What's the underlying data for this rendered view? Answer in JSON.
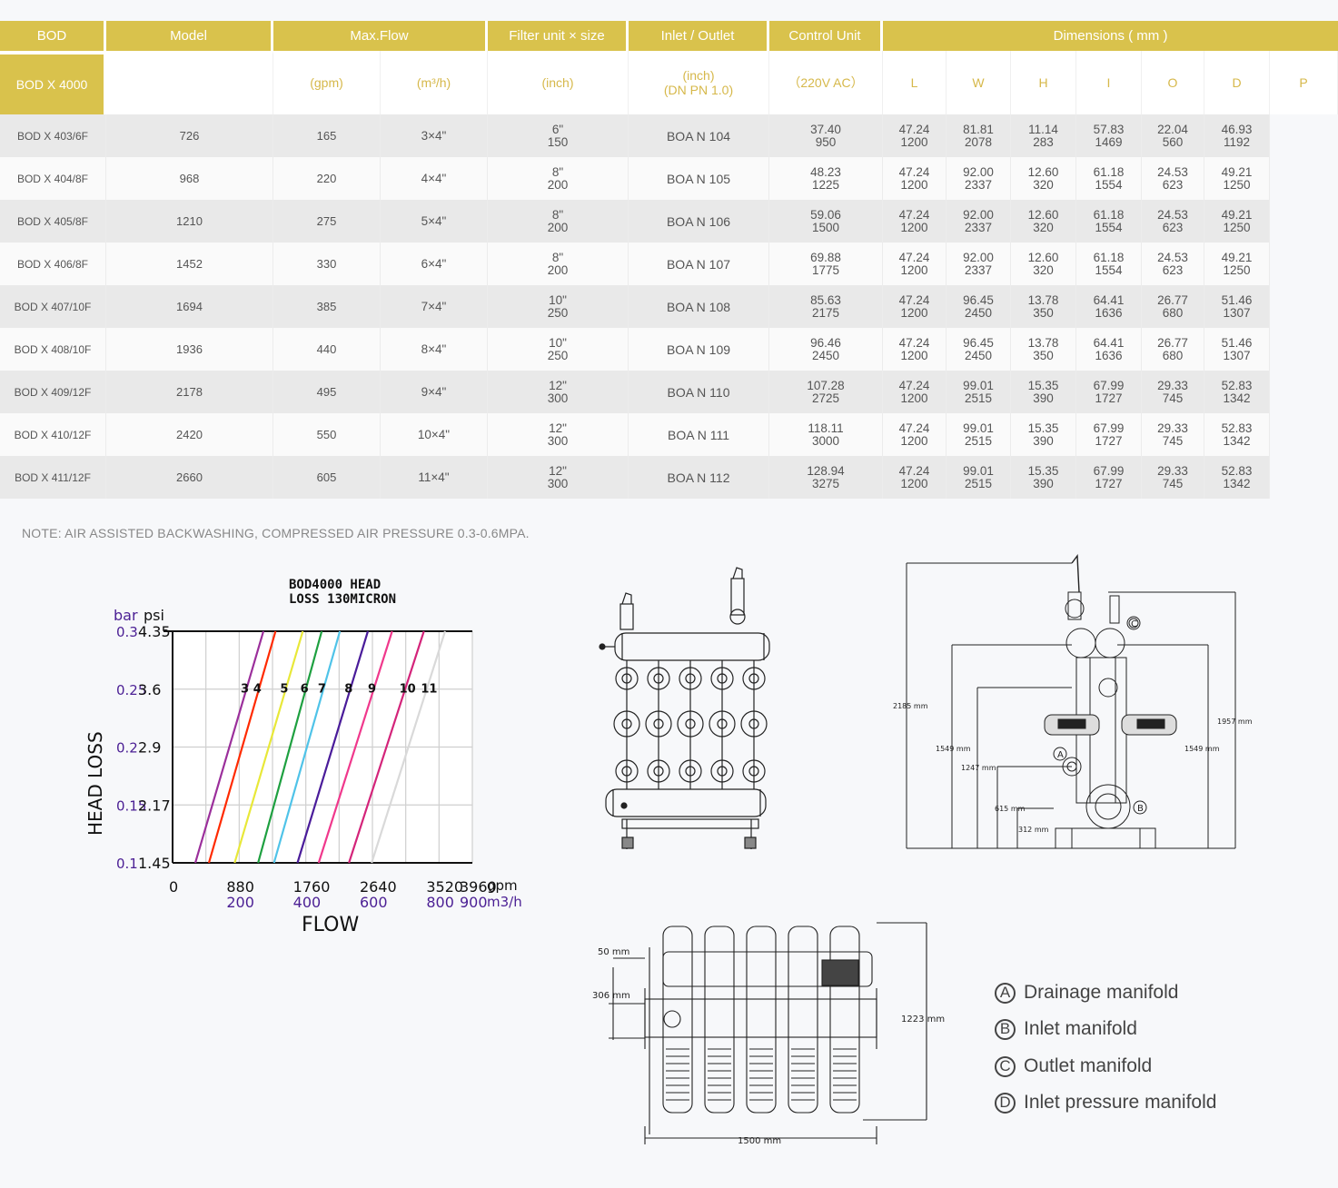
{
  "table": {
    "headers": {
      "bod": "BOD",
      "model": "Model",
      "max_flow": "Max.Flow",
      "filter_unit": "Filter unit × size",
      "inlet_outlet": "Inlet / Outlet",
      "control_unit": "Control Unit",
      "dimensions": "Dimensions ( mm )"
    },
    "units": {
      "gpm": "(gpm)",
      "m3h": "(m³/h)",
      "inch": "(inch)",
      "inlet_line1": "(inch)",
      "inlet_line2": "(DN PN 1.0)",
      "control": "（220V AC）",
      "L": "L",
      "W": "W",
      "H": "H",
      "I": "I",
      "O": "O",
      "D": "D",
      "P": "P"
    },
    "group_label": "BOD X 4000",
    "rows": [
      {
        "model": "BOD X 403/6F",
        "gpm": "726",
        "m3h": "165",
        "filter": "3×4\"",
        "io_in": "6\"",
        "io_dn": "150",
        "ctrl": "BOA N 104",
        "L1": "37.40",
        "L2": "950",
        "W1": "47.24",
        "W2": "1200",
        "H1": "81.81",
        "H2": "2078",
        "I1": "11.14",
        "I2": "283",
        "O1": "57.83",
        "O2": "1469",
        "D1": "22.04",
        "D2": "560",
        "P1": "46.93",
        "P2": "1192"
      },
      {
        "model": "BOD X 404/8F",
        "gpm": "968",
        "m3h": "220",
        "filter": "4×4\"",
        "io_in": "8\"",
        "io_dn": "200",
        "ctrl": "BOA N 105",
        "L1": "48.23",
        "L2": "1225",
        "W1": "47.24",
        "W2": "1200",
        "H1": "92.00",
        "H2": "2337",
        "I1": "12.60",
        "I2": "320",
        "O1": "61.18",
        "O2": "1554",
        "D1": "24.53",
        "D2": "623",
        "P1": "49.21",
        "P2": "1250"
      },
      {
        "model": "BOD X 405/8F",
        "gpm": "1210",
        "m3h": "275",
        "filter": "5×4\"",
        "io_in": "8\"",
        "io_dn": "200",
        "ctrl": "BOA N 106",
        "L1": "59.06",
        "L2": "1500",
        "W1": "47.24",
        "W2": "1200",
        "H1": "92.00",
        "H2": "2337",
        "I1": "12.60",
        "I2": "320",
        "O1": "61.18",
        "O2": "1554",
        "D1": "24.53",
        "D2": "623",
        "P1": "49.21",
        "P2": "1250"
      },
      {
        "model": "BOD X 406/8F",
        "gpm": "1452",
        "m3h": "330",
        "filter": "6×4\"",
        "io_in": "8\"",
        "io_dn": "200",
        "ctrl": "BOA N 107",
        "L1": "69.88",
        "L2": "1775",
        "W1": "47.24",
        "W2": "1200",
        "H1": "92.00",
        "H2": "2337",
        "I1": "12.60",
        "I2": "320",
        "O1": "61.18",
        "O2": "1554",
        "D1": "24.53",
        "D2": "623",
        "P1": "49.21",
        "P2": "1250"
      },
      {
        "model": "BOD X 407/10F",
        "gpm": "1694",
        "m3h": "385",
        "filter": "7×4\"",
        "io_in": "10\"",
        "io_dn": "250",
        "ctrl": "BOA N 108",
        "L1": "85.63",
        "L2": "2175",
        "W1": "47.24",
        "W2": "1200",
        "H1": "96.45",
        "H2": "2450",
        "I1": "13.78",
        "I2": "350",
        "O1": "64.41",
        "O2": "1636",
        "D1": "26.77",
        "D2": "680",
        "P1": "51.46",
        "P2": "1307"
      },
      {
        "model": "BOD X 408/10F",
        "gpm": "1936",
        "m3h": "440",
        "filter": "8×4\"",
        "io_in": "10\"",
        "io_dn": "250",
        "ctrl": "BOA N 109",
        "L1": "96.46",
        "L2": "2450",
        "W1": "47.24",
        "W2": "1200",
        "H1": "96.45",
        "H2": "2450",
        "I1": "13.78",
        "I2": "350",
        "O1": "64.41",
        "O2": "1636",
        "D1": "26.77",
        "D2": "680",
        "P1": "51.46",
        "P2": "1307"
      },
      {
        "model": "BOD X 409/12F",
        "gpm": "2178",
        "m3h": "495",
        "filter": "9×4\"",
        "io_in": "12\"",
        "io_dn": "300",
        "ctrl": "BOA N 110",
        "L1": "107.28",
        "L2": "2725",
        "W1": "47.24",
        "W2": "1200",
        "H1": "99.01",
        "H2": "2515",
        "I1": "15.35",
        "I2": "390",
        "O1": "67.99",
        "O2": "1727",
        "D1": "29.33",
        "D2": "745",
        "P1": "52.83",
        "P2": "1342"
      },
      {
        "model": "BOD X 410/12F",
        "gpm": "2420",
        "m3h": "550",
        "filter": "10×4\"",
        "io_in": "12\"",
        "io_dn": "300",
        "ctrl": "BOA N 111",
        "L1": "118.11",
        "L2": "3000",
        "W1": "47.24",
        "W2": "1200",
        "H1": "99.01",
        "H2": "2515",
        "I1": "15.35",
        "I2": "390",
        "O1": "67.99",
        "O2": "1727",
        "D1": "29.33",
        "D2": "745",
        "P1": "52.83",
        "P2": "1342"
      },
      {
        "model": "BOD X 411/12F",
        "gpm": "2660",
        "m3h": "605",
        "filter": "11×4\"",
        "io_in": "12\"",
        "io_dn": "300",
        "ctrl": "BOA N 112",
        "L1": "128.94",
        "L2": "3275",
        "W1": "47.24",
        "W2": "1200",
        "H1": "99.01",
        "H2": "2515",
        "I1": "15.35",
        "I2": "390",
        "O1": "67.99",
        "O2": "1727",
        "D1": "29.33",
        "D2": "745",
        "P1": "52.83",
        "P2": "1342"
      }
    ]
  },
  "note": "NOTE:  AIR ASSISTED BACKWASHING, COMPRESSED AIR PRESSURE 0.3-0.6MPA.",
  "chart_data": {
    "type": "line",
    "title": "BOD4000 HEAD LOSS 130MICRON",
    "xlabel": "FLOW",
    "ylabel": "HEAD LOSS",
    "x_unit_primary": "gpm",
    "x_unit_secondary": "m3/h",
    "y_unit_primary": "bar",
    "y_unit_secondary": "psi",
    "x_ticks_gpm": [
      "0",
      "880",
      "1760",
      "2640",
      "3520",
      "3960"
    ],
    "x_ticks_m3h": [
      "200",
      "400",
      "600",
      "800",
      "900"
    ],
    "y_ticks_bar": [
      "0.3",
      "0.25",
      "0.2",
      "0.15",
      "0.1"
    ],
    "y_ticks_psi": [
      "4.35",
      "3.6",
      "2.9",
      "2.17",
      "1.45"
    ],
    "xlim": [
      0,
      3960
    ],
    "ylim_bar": [
      0.1,
      0.3
    ],
    "series": [
      {
        "name": "3",
        "color": "#9b2f9b",
        "x": [
          300,
          1200
        ],
        "y": [
          0.1,
          0.3
        ]
      },
      {
        "name": "4",
        "color": "#ff2a00",
        "x": [
          480,
          1360
        ],
        "y": [
          0.1,
          0.3
        ]
      },
      {
        "name": "5",
        "color": "#e8e838",
        "x": [
          820,
          1720
        ],
        "y": [
          0.1,
          0.3
        ]
      },
      {
        "name": "6",
        "color": "#1ea040",
        "x": [
          1130,
          1970
        ],
        "y": [
          0.1,
          0.3
        ]
      },
      {
        "name": "7",
        "color": "#4fc3e8",
        "x": [
          1340,
          2210
        ],
        "y": [
          0.1,
          0.3
        ]
      },
      {
        "name": "8",
        "color": "#4a1c9a",
        "x": [
          1650,
          2580
        ],
        "y": [
          0.1,
          0.3
        ]
      },
      {
        "name": "9",
        "color": "#f0388c",
        "x": [
          1930,
          2900
        ],
        "y": [
          0.1,
          0.3
        ]
      },
      {
        "name": "10",
        "color": "#d4247a",
        "x": [
          2330,
          3320
        ],
        "y": [
          0.1,
          0.3
        ]
      },
      {
        "name": "11",
        "color": "#d9d9d9",
        "x": [
          2630,
          3600
        ],
        "y": [
          0.1,
          0.3
        ]
      }
    ]
  },
  "drawings": {
    "side_view": {
      "dims": [
        "2185 mm",
        "1549 mm",
        "1247 mm",
        "615 mm",
        "312 mm",
        "1957 mm",
        "1549 mm"
      ],
      "markers": [
        "Ⓐ",
        "Ⓑ",
        "Ⓒ"
      ]
    },
    "top_view": {
      "dims": [
        "50 mm",
        "306 mm",
        "1223 mm",
        "1500 mm"
      ]
    }
  },
  "legend": [
    {
      "mark": "A",
      "label": "Drainage manifold"
    },
    {
      "mark": "B",
      "label": "Inlet manifold"
    },
    {
      "mark": "C",
      "label": "Outlet manifold"
    },
    {
      "mark": "D",
      "label": "Inlet pressure manifold"
    }
  ]
}
